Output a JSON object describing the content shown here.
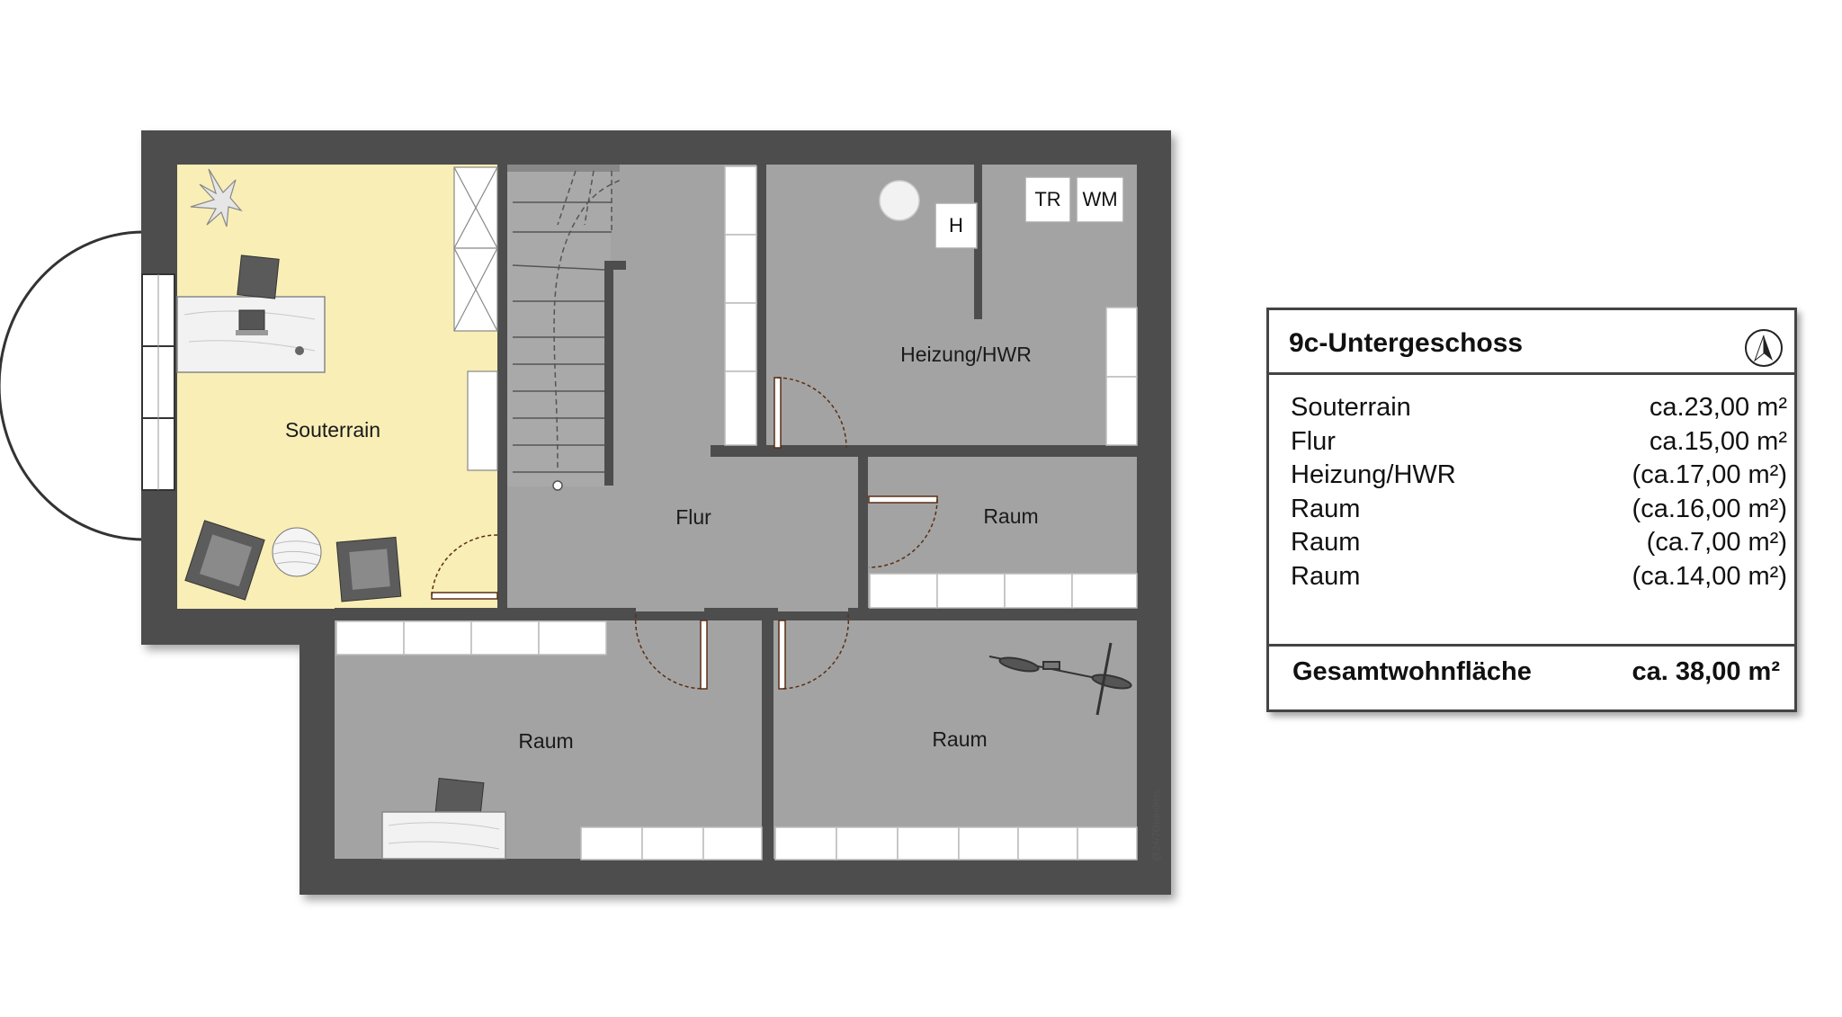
{
  "floorplan": {
    "rooms": [
      {
        "id": "souterrain",
        "label": "Souterrain"
      },
      {
        "id": "flur",
        "label": "Flur"
      },
      {
        "id": "heizung",
        "label": "Heizung/HWR"
      },
      {
        "id": "raum_east",
        "label": "Raum"
      },
      {
        "id": "raum_sw",
        "label": "Raum"
      },
      {
        "id": "raum_se",
        "label": "Raum"
      }
    ],
    "fixtures": {
      "tr": "TR",
      "wm": "WM",
      "h": "H"
    },
    "watermark": "@24/7Grundriss",
    "colors": {
      "wall": "#4d4d4d",
      "floor": "#a3a3a3",
      "living": "#f8eeb6",
      "door": "#5a2e14",
      "cabinet": "#ffffff"
    }
  },
  "legend": {
    "title": "9c-Untergeschoss",
    "compass_icon": "north-arrow-icon",
    "rows": [
      {
        "name": "Souterrain",
        "area": "ca.23,00 m²"
      },
      {
        "name": "Flur",
        "area": "ca.15,00 m²"
      },
      {
        "name": "Heizung/HWR",
        "area": "(ca.17,00 m²)"
      },
      {
        "name": "Raum",
        "area": "(ca.16,00 m²)"
      },
      {
        "name": "Raum",
        "area": "(ca.7,00 m²)"
      },
      {
        "name": "Raum",
        "area": "(ca.14,00 m²)"
      }
    ],
    "total": {
      "name": "Gesamtwohnfläche",
      "area": "ca. 38,00 m²"
    }
  }
}
